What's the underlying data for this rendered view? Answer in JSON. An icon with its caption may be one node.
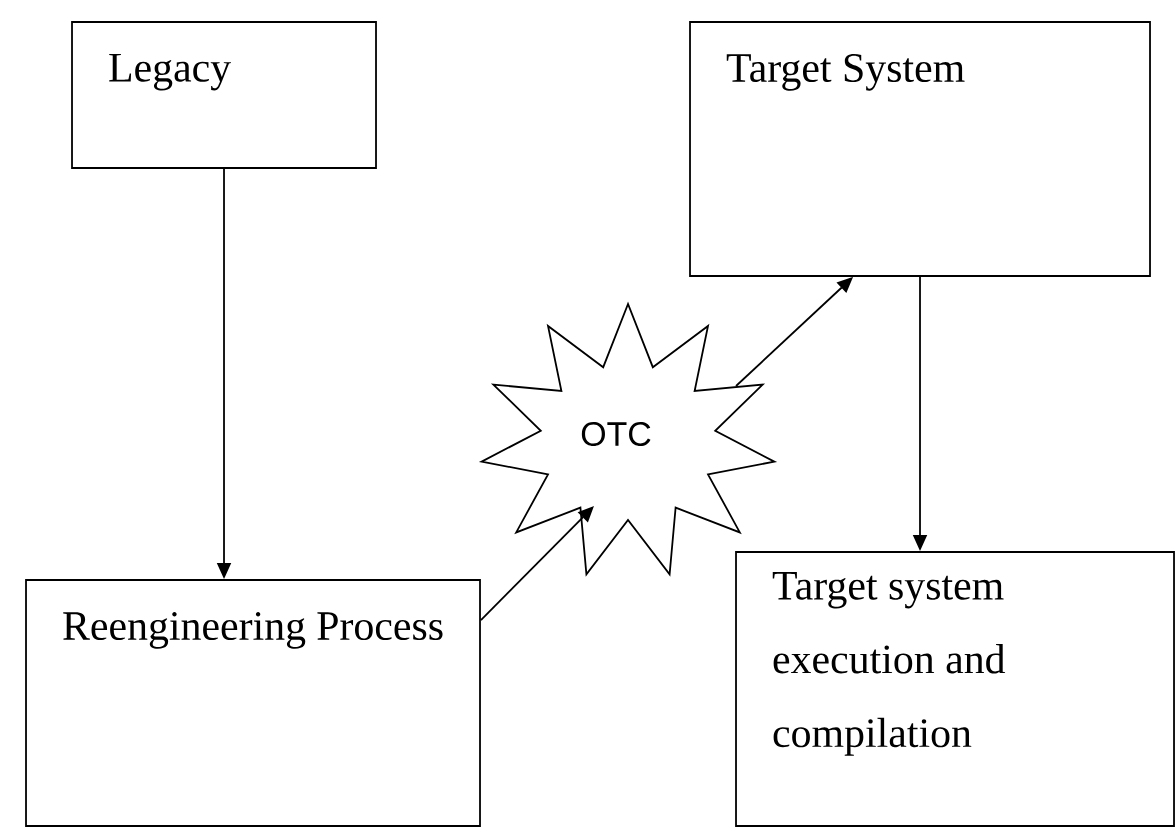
{
  "diagram": {
    "nodes": [
      {
        "text": [
          "Legacy"
        ]
      },
      {
        "text": [
          "Reengineering Process"
        ]
      },
      {
        "text": [
          "OTC"
        ]
      },
      {
        "text": [
          "Target System"
        ]
      },
      {
        "text": [
          "Target system execution and compilation"
        ]
      }
    ],
    "edges": [
      {
        "from": 0,
        "to": 1,
        "arrow": "to"
      },
      {
        "from": 1,
        "to": 2,
        "arrow": "to"
      },
      {
        "from": 2,
        "to": 3,
        "arrow": "to"
      },
      {
        "from": 3,
        "to": 4,
        "arrow": "to"
      }
    ]
  }
}
